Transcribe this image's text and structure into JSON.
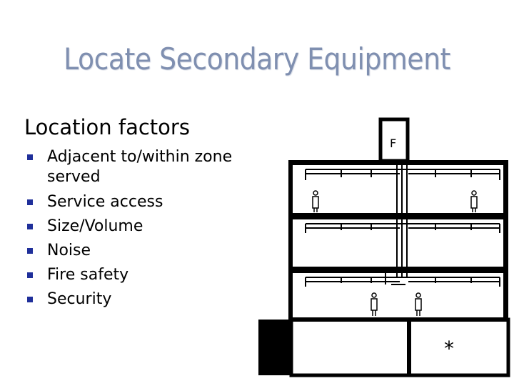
{
  "slide": {
    "title": "Locate Secondary Equipment",
    "heading": "Location factors",
    "bullets": [
      "Adjacent to/within zone served",
      "Service access",
      "Size/Volume",
      "Noise",
      "Fire safety",
      "Security"
    ]
  },
  "figure": {
    "labels": {
      "fan_room": "F",
      "basement_marker": "*"
    }
  }
}
